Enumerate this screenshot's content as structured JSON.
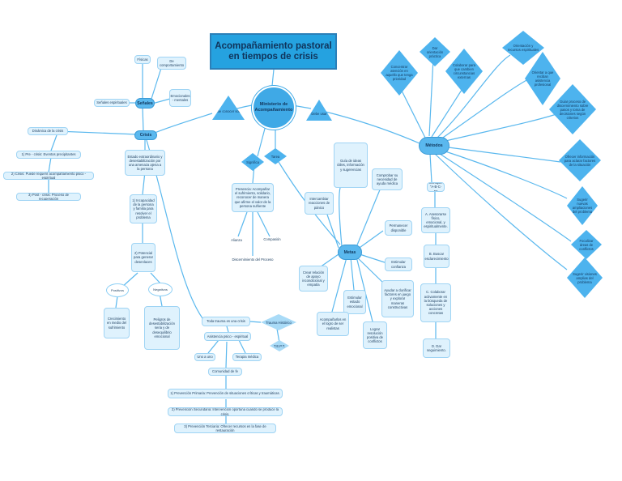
{
  "title": "Acompañamiento pastoral en tiempos de crisis",
  "center": "Ministerio de Acompañamiento",
  "links": {
    "left": "Debe conocer sobre",
    "right": "Debe usar",
    "significa": "Significa",
    "tarea": "Tarea"
  },
  "hubs": {
    "crisis": "Crisis",
    "senales": "Señales",
    "metas": "Metas",
    "metodos": "Métodos"
  },
  "senales": [
    "Señales espirituales",
    "Físicas",
    "De comportamiento",
    "Emocionales - mentales"
  ],
  "crisis": {
    "dinamica": "Dinámica de la crisis",
    "fases": [
      "1) Pre - crisis: Eventos precipitantes",
      "2) Crisis: Puede requerir acompañamiento psico - espiritual",
      "3) Post - crisis: Proceso de recuperación"
    ],
    "estado": "Estado extraordinario y desestabilización por una amenaza ajena a la persona",
    "incapacidad": "1) Incapacidad de la persona y familia para resolver el problema",
    "potencial": "2) Potencial para generar desenlaces",
    "positivo": "Positivos",
    "negativo": "Negativos",
    "crecimiento": "Crecimiento en medio del sufrimiento",
    "peligros": "Peligros de desestabilización seria y de desequilibrio emocional"
  },
  "trauma": {
    "toda": "Toda trauma es una crisis",
    "historico": "Trauma Histórico",
    "tept": "T.E.P.T.",
    "asistencia": "Asistencia psico - espiritual",
    "uno": "Uno a uno",
    "terapia": "Terapia médica",
    "comunidad": "Comunidad de fe",
    "prevencion": [
      "1) Prevención Primaria: Prevención de situaciones críticas y traumáticas.",
      "2) Prevención Secundaria: Intervención oportuna cuando se produce la crisis.",
      "3) Prevención Terciaria: Ofrecer recursos en la fase de restauración"
    ]
  },
  "significa": {
    "presencia": "Presencia: Acompañar el sufrimiento, solidario, reconocer de manera que afirme el valor de la persona sufriente",
    "alianza": "Alianza",
    "compasion": "Compasión",
    "discernimiento": "Discernimiento del Proceso"
  },
  "metas": [
    "Guía de ideas útiles, información y sugerencias",
    "Comprobar su necesidad de ayuda médica",
    "Intercambiar reacciones de pánico",
    "Permanecer disponible",
    "Estimular confianza",
    "Crear relación de apoyo incondicional y empatía",
    "Ayudar a clarificar factores en juego y explorar maneras constructivas",
    "Estimular estado emocional",
    "Acompañarlos en el logro de ser realistas",
    "Lograr resolución positiva de conflictos"
  ],
  "metodos": {
    "enfoque": "Enfoque \"A-B-C-D\"",
    "pasos": [
      "A. Asesorarse físico, emocional, y espiritualmente.",
      "B. Buscar esclarecimiento",
      "C. Colaborar activamente en la búsqueda de soluciones y acciones concretas",
      "D. Dar seguimiento."
    ],
    "diamantes": [
      "Concentrar atención en aquello que tenga prioridad",
      "Dar orientación práctica",
      "Colaborar para que cambien circunstancias externas",
      "Orientación y recursos espirituales",
      "Orientar a que reciban asistencia profesional",
      "Guiar proceso de discernimiento sobre pasos y toma de decisiones según criterios",
      "Ofrecer información para aclarar factores de la situación",
      "Sugerir nuevas ampliaciones del problema",
      "Focalizar áreas de conflictos",
      "Sugerir visiones amplias del problema"
    ]
  }
}
